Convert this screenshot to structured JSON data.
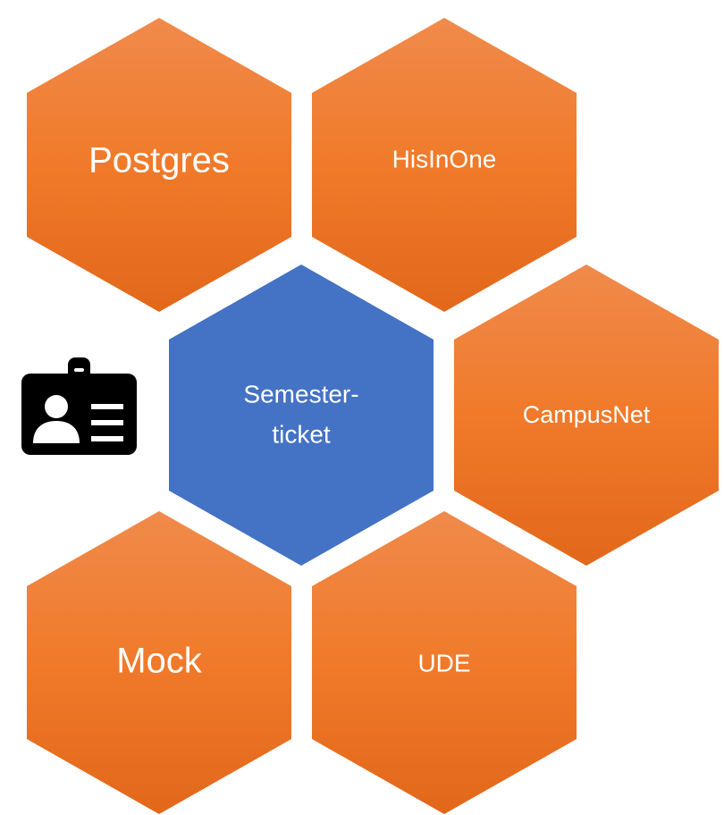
{
  "diagram": {
    "center_node": {
      "id": "semesterticket",
      "label_lines": [
        "Semester-",
        "ticket"
      ],
      "color": "#4472C4"
    },
    "nodes": [
      {
        "id": "postgres",
        "label": "Postgres",
        "color": "#ED7D31"
      },
      {
        "id": "hisinone",
        "label": "HisInOne",
        "color": "#ED7D31"
      },
      {
        "id": "campusnet",
        "label": "CampusNet",
        "color": "#ED7D31"
      },
      {
        "id": "mock",
        "label": "Mock",
        "color": "#ED7D31"
      },
      {
        "id": "ude",
        "label": "UDE",
        "color": "#ED7D31"
      }
    ],
    "side_icon": {
      "name": "id-badge-icon",
      "color": "#000000"
    }
  }
}
